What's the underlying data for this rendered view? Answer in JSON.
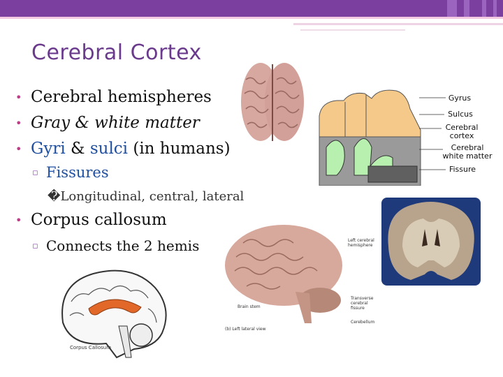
{
  "slide": {
    "title": "Cerebral Cortex",
    "bullets": {
      "b1": "Cerebral hemispheres",
      "b2": "Gray & white matter",
      "b3_part1": "Gyri",
      "b3_amp": " & ",
      "b3_part2": "sulci",
      "b3_rest": " (in humans)",
      "b3_sub1": "Fissures",
      "b3_sub2": "�Longitudinal, central, lateral",
      "b4": "Corpus callosum",
      "b4_sub1": "Connects the 2 hemis"
    }
  },
  "diagram_labels": {
    "gyrus": "Gyrus",
    "sulcus": "Sulcus",
    "cortex": "Cerebral cortex",
    "white_matter": "Cerebral white matter",
    "fissure": "Fissure"
  },
  "lateral_labels": {
    "left_hemisphere": "Left cerebral hemisphere",
    "brain_stem": "Brain stem",
    "transverse_fissure": "Transverse cerebral fissure",
    "cerebellum": "Cerebellum",
    "caption": "(b) Left lateral view"
  },
  "sagittal_labels": {
    "corpus_callosum": "Corpus Callosum"
  },
  "colors": {
    "header": "#7b3fa0",
    "title": "#6a3a8c",
    "bullet": "#c13b86",
    "highlight": "#1f4fa0",
    "gray_matter": "#f5c98a",
    "white_matter": "#b8f0b0",
    "corpus_callosum": "#e2682a"
  }
}
